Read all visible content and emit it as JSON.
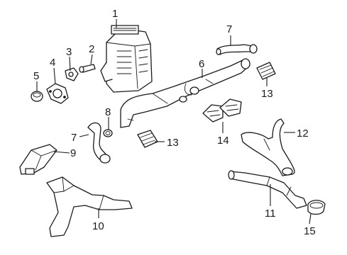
{
  "diagram": {
    "callouts": [
      {
        "id": "c1",
        "label": "1"
      },
      {
        "id": "c2",
        "label": "2"
      },
      {
        "id": "c3",
        "label": "3"
      },
      {
        "id": "c4",
        "label": "4"
      },
      {
        "id": "c5",
        "label": "5"
      },
      {
        "id": "c6",
        "label": "6"
      },
      {
        "id": "c7a",
        "label": "7"
      },
      {
        "id": "c7b",
        "label": "7"
      },
      {
        "id": "c8",
        "label": "8"
      },
      {
        "id": "c9",
        "label": "9"
      },
      {
        "id": "c10",
        "label": "10"
      },
      {
        "id": "c11",
        "label": "11"
      },
      {
        "id": "c12",
        "label": "12"
      },
      {
        "id": "c13a",
        "label": "13"
      },
      {
        "id": "c13b",
        "label": "13"
      },
      {
        "id": "c14",
        "label": "14"
      },
      {
        "id": "c15",
        "label": "15"
      }
    ]
  }
}
